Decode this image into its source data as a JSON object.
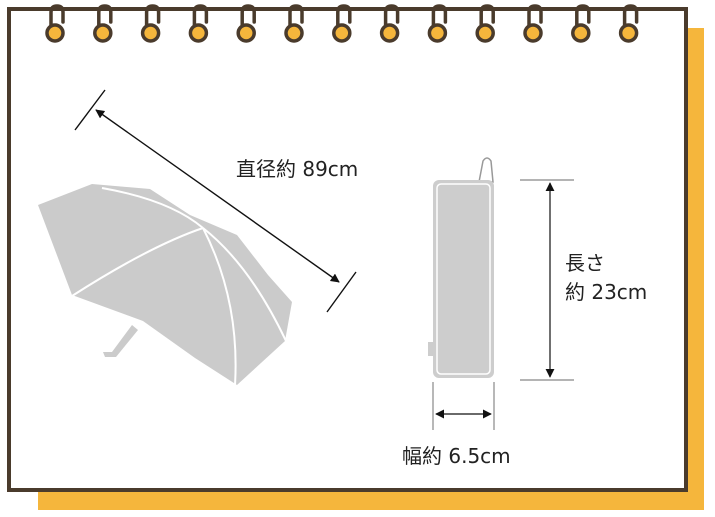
{
  "colors": {
    "page_bg": "#ffffff",
    "card_bg": "#ffffff",
    "card_border": "#4a3b2c",
    "shadow": "#f5b63c",
    "ring": "#4a3b2c",
    "ring_hole": "#f5b63c",
    "umbrella_fill": "#cbcbcb",
    "umbrella_rib": "#ffffff",
    "case_fill": "#cdcdcd",
    "line": "#222222"
  },
  "notebook": {
    "ring_count": 13
  },
  "umbrella": {
    "icon": "folding-umbrella-icon",
    "dimension_label": "直径約 89cm"
  },
  "case": {
    "icon": "umbrella-case-icon",
    "length_label_line1": "長さ",
    "length_label_line2": "約 23cm",
    "width_label": "幅約 6.5cm"
  }
}
